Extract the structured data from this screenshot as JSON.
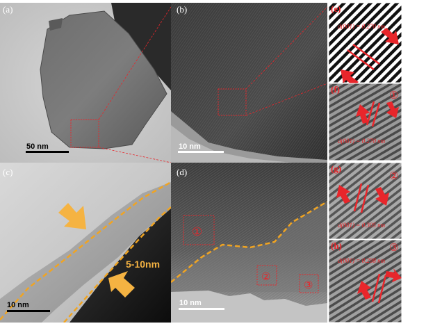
{
  "panels": {
    "a": {
      "label": "(a)",
      "scale_bar": "50 nm"
    },
    "b": {
      "label": "(b)",
      "scale_bar": "10 nm"
    },
    "c": {
      "label": "(c)",
      "scale_bar": "10 nm",
      "annotation": "5-10nm"
    },
    "d": {
      "label": "(d)",
      "scale_bar": "10 nm",
      "regions": [
        "①",
        "②",
        "③"
      ]
    },
    "e": {
      "label": "(e)",
      "measure": "d(001) = 0.270 nm"
    },
    "f": {
      "label": "(f)",
      "marker": "①",
      "measure": "d(001) = 0.270 nm"
    },
    "g": {
      "label": "(g)",
      "marker": "②",
      "measure": "d(001) = 0.305 nm"
    },
    "h": {
      "label": "(h)",
      "marker": "③",
      "measure": "d(001) = 0.298 nm"
    }
  },
  "colors": {
    "annotation_red": "#e8262b",
    "arrow_orange": "#f5b342",
    "dashed_orange": "#f0a422"
  }
}
